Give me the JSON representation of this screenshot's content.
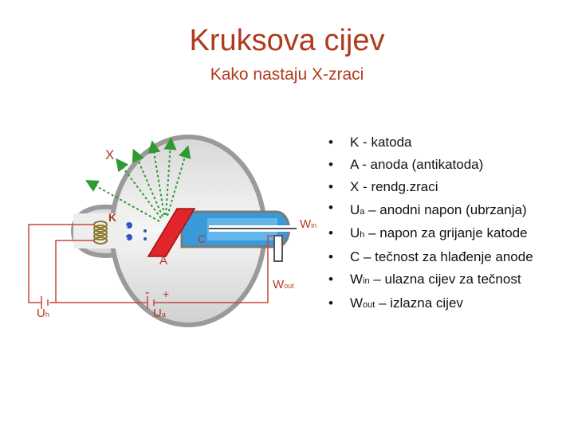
{
  "title": "Kruksova cijev",
  "subtitle": "Kako nastaju X-zraci",
  "diagram_labels": {
    "x": "X",
    "k": "K",
    "a": "A",
    "c": "C",
    "w": "W",
    "in": "in",
    "out": "out",
    "u": "U",
    "h": "h",
    "a_sub": "a",
    "minus": "-",
    "plus": "+",
    "electron": "e"
  },
  "legend": [
    {
      "bullet": "•",
      "prefix": "K - katoda"
    },
    {
      "bullet": "•",
      "prefix": "A - anoda (antikatoda)"
    },
    {
      "bullet": "•",
      "prefix": "X - rendg.zraci"
    },
    {
      "bullet": "•",
      "prefix": "U",
      "sub": "a",
      "suffix": " – anodni napon (ubrzanja)"
    },
    {
      "bullet": "•",
      "prefix": "U",
      "sub": "h",
      "suffix": " – napon za grijanje katode"
    },
    {
      "bullet": "•",
      "prefix": "C – tečnost za hlađenje anode"
    },
    {
      "bullet": "•",
      "prefix": "W",
      "sub": "in",
      "suffix": " – ulazna cijev za tečnost"
    },
    {
      "bullet": "•",
      "prefix": "W",
      "sub": "out",
      "suffix": " – izlazna cijev"
    }
  ],
  "colors": {
    "title": "#b03a1e",
    "label": "#b03a1e",
    "wire": "#c8463c",
    "tube": "#9a9a9a",
    "anode": "#e0262a",
    "coolant": "#3a9ad9",
    "ray": "#2f9a2f"
  }
}
